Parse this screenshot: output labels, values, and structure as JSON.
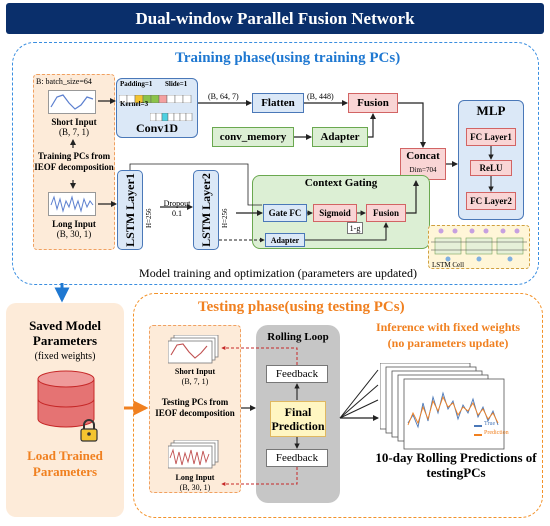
{
  "title": "Dual-window Parallel Fusion Network",
  "training": {
    "title": "Training phase(using training PCs)",
    "batch_size": "B: batch_size=64",
    "short_input": "Short Input",
    "short_shape": "(B, 7, 1)",
    "training_pcs": "Training PCs from IEOF decomposition",
    "long_input": "Long Input",
    "long_shape": "(B, 30, 1)",
    "padding": "Padding=1",
    "slide": "Slide=1",
    "kernel": "Kernel=3",
    "conv1d": "Conv1D",
    "shape_b647": "(B, 64, 7)",
    "flatten": "Flatten",
    "shape_b448": "(B, 448)",
    "fusion": "Fusion",
    "conv_memory": "conv_memory",
    "adapter": "Adapter",
    "concat": "Concat",
    "concat_dim": "Dim=704",
    "lstm1": "LSTM Layer1",
    "lstm1_h": "H=256",
    "dropout": "Dropout",
    "dropout_val": "0.1",
    "lstm2": "LSTM Layer2",
    "lstm2_h": "H=256",
    "context_gating": "Context Gating",
    "gate_fc": "Gate FC",
    "sigmoid": "Sigmoid",
    "one_minus_g": "1-g",
    "cg_fusion": "Fusion",
    "cg_adapter": "Adapter",
    "mlp": "MLP",
    "fc1": "FC Layer1",
    "relu": "ReLU",
    "fc2": "FC Layer2",
    "lstm_cell": "LSTM Cell",
    "caption": "Model training and optimization (parameters are updated)"
  },
  "saved": {
    "title": "Saved Model Parameters",
    "subtitle": "(fixed weights)",
    "load": "Load Trained Parameters"
  },
  "testing": {
    "title": "Testing phase(using testing PCs)",
    "inference": "Inference with fixed weights",
    "inference2": "(no parameters update)",
    "short_input": "Short Input",
    "short_shape": "(B, 7, 1)",
    "testing_pcs": "Testing PCs from IEOF decomposition",
    "long_input": "Long Input",
    "long_shape": "(B, 30, 1)",
    "rolling_loop": "Rolling Loop",
    "feedback1": "Feedback",
    "final_prediction": "Final Prediction",
    "feedback2": "Feedback",
    "legend_true": "True",
    "legend_pred": "Prediction",
    "result": "10-day Rolling Predictions of testingPCs"
  },
  "colors": {
    "title_bg": "#0a2f6b",
    "training_accent": "#1f78d1",
    "testing_accent": "#f08020"
  }
}
